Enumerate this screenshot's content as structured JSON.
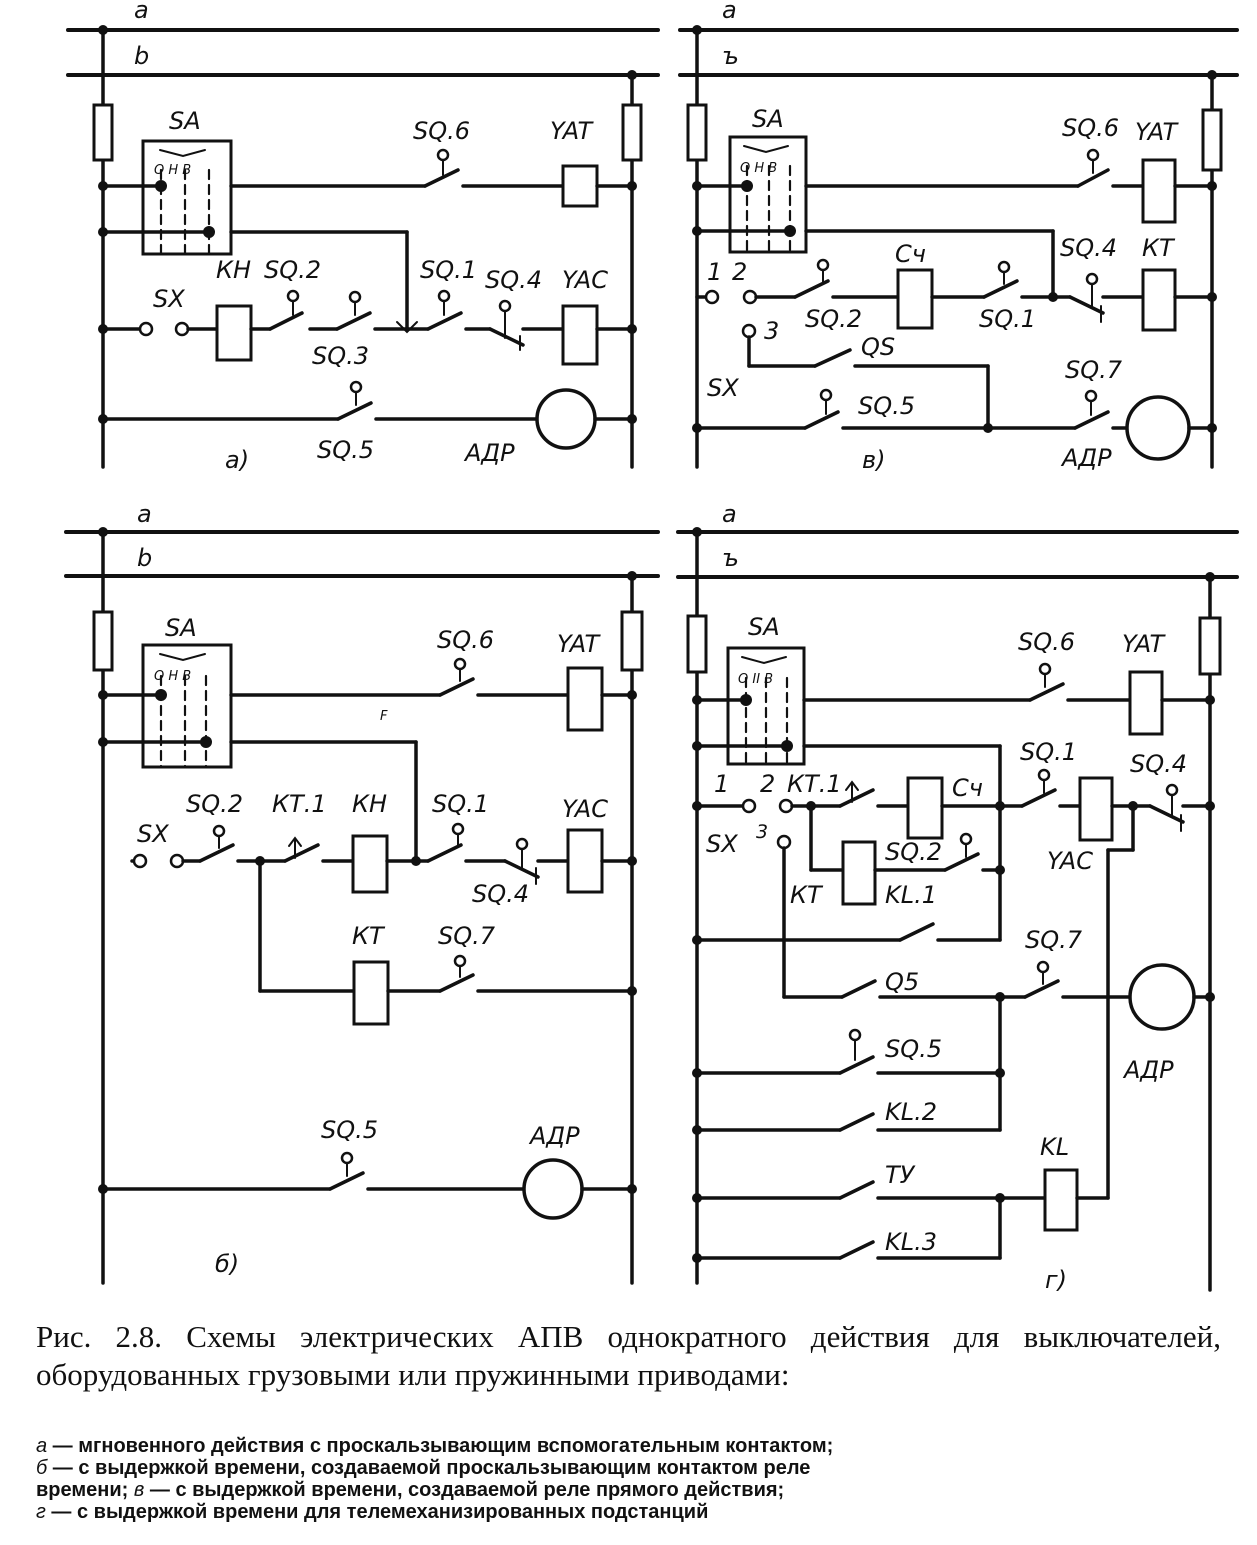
{
  "buses": {
    "a": "a",
    "b": "b",
    "b_alt": "ъ"
  },
  "panels": {
    "a": {
      "tag": "а)",
      "SA": "SA",
      "SA_positions": "О Н В",
      "SQ6": "SQ.6",
      "YAT": "YAT",
      "KH": "КН",
      "SQ2": "SQ.2",
      "SQ1": "SQ.1",
      "SQ4": "SQ.4",
      "YAC": "YAC",
      "SX": "SX",
      "SQ3": "SQ.3",
      "SQ5": "SQ.5",
      "ADR": "АДР"
    },
    "v": {
      "tag": "в)",
      "SA": "SA",
      "SA_positions": "О Н В",
      "SQ6": "SQ.6",
      "YAT": "YAT",
      "n1": "1",
      "n2": "2",
      "Sch": "Сч",
      "SQ4": "SQ.4",
      "KT": "КТ",
      "SQ2": "SQ.2",
      "SQ1": "SQ.1",
      "n3": "3",
      "QS": "QS",
      "SX": "SX",
      "SQ7": "SQ.7",
      "SQ5": "SQ.5",
      "ADR": "АДР"
    },
    "b": {
      "tag": "б)",
      "SA": "SA",
      "SA_positions": "О Н В",
      "SQ6": "SQ.6",
      "YAT": "YAT",
      "SQ2": "SQ.2",
      "KT1": "КТ.1",
      "KH": "КН",
      "SQ1": "SQ.1",
      "YAC": "YAC",
      "SX": "SX",
      "SQ4": "SQ.4",
      "KT": "КТ",
      "SQ7": "SQ.7",
      "SQ5": "SQ.5",
      "ADR": "АДР",
      "stray": "F"
    },
    "g": {
      "tag": "г)",
      "SA": "SA",
      "SA_positions": "О II В",
      "SQ6": "SQ.6",
      "YAT": "YAT",
      "SQ1": "SQ.1",
      "SQ4": "SQ.4",
      "n1": "1",
      "n2": "2",
      "KT1": "КТ.1",
      "Sch": "Сч",
      "SX": "SX",
      "n3": "3",
      "SQ2": "SQ.2",
      "YAC": "YAC",
      "KT": "КТ",
      "KL1": "KL.1",
      "SQ7": "SQ.7",
      "Q5": "Q5",
      "SQ5": "SQ.5",
      "ADR": "АДР",
      "KL2": "KL.2",
      "TY": "ТУ",
      "KL": "KL",
      "KL3": "KL.3"
    }
  },
  "caption": {
    "main": "Рис. 2.8. Схемы электрических АПВ однократного действия для выключателей, оборудованных грузовыми или пружинными приводами:",
    "note_a_key": "а",
    "note_a": " — мгновенного действия с проскальзывающим вспомогательным контактом;",
    "note_b_key": "б",
    "note_b": " — с выдержкой времени, создаваемой проскальзывающим контактом реле",
    "note_v_line": "времени;",
    "note_v_key": "в",
    "note_v": " — с выдержкой времени, создаваемой реле прямого действия;",
    "note_g_key": "г",
    "note_g": " — с выдержкой времени для телемеханизированных подстанций"
  }
}
